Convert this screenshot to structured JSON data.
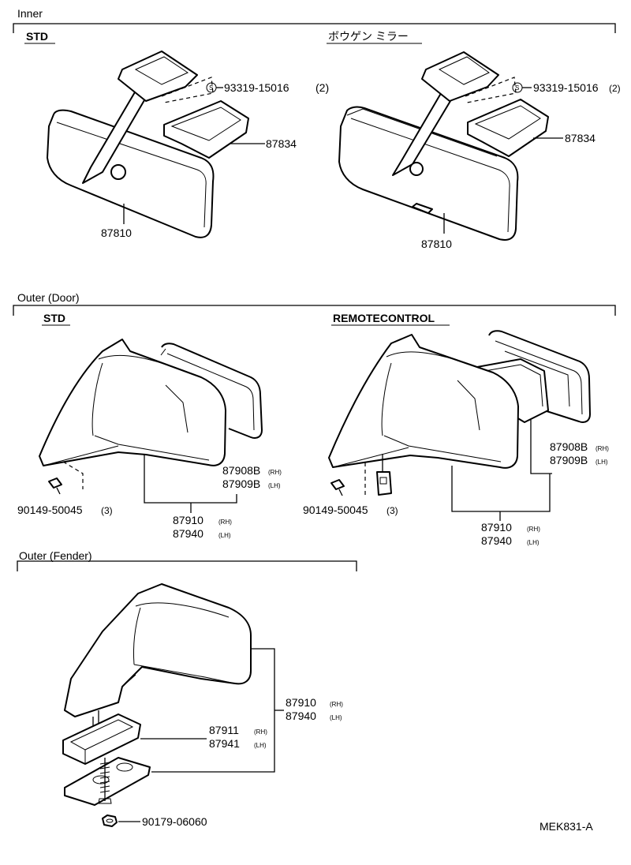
{
  "sections": {
    "inner": {
      "title": "Inner",
      "std": {
        "title": "STD",
        "screw_part": "93319-15016",
        "screw_qty": "(2)",
        "screw_mark": "S",
        "cover_part": "87834",
        "mirror_part": "87810"
      },
      "antiglare": {
        "title": "ボウゲン ミラー",
        "screw_part": "93319-15016",
        "screw_qty": "(2)",
        "screw_mark": "S",
        "cover_part": "87834",
        "mirror_part": "87810"
      }
    },
    "outer_door": {
      "title": "Outer (Door)",
      "std": {
        "title": "STD",
        "glass_rh": "87908B",
        "glass_rh_side": "(RH)",
        "glass_lh": "87909B",
        "glass_lh_side": "(LH)",
        "screw_part": "90149-50045",
        "screw_qty": "(3)",
        "mirror_rh": "87910",
        "mirror_rh_side": "(RH)",
        "mirror_lh": "87940",
        "mirror_lh_side": "(LH)"
      },
      "remote": {
        "title": "REMOTECONTROL",
        "glass_rh": "87908B",
        "glass_rh_side": "(RH)",
        "glass_lh": "87909B",
        "glass_lh_side": "(LH)",
        "screw_part": "90149-50045",
        "screw_qty": "(3)",
        "mirror_rh": "87910",
        "mirror_rh_side": "(RH)",
        "mirror_lh": "87940",
        "mirror_lh_side": "(LH)"
      }
    },
    "outer_fender": {
      "title": "Outer (Fender)",
      "mirror_rh": "87910",
      "mirror_rh_side": "(RH)",
      "mirror_lh": "87940",
      "mirror_lh_side": "(LH)",
      "base_rh": "87911",
      "base_rh_side": "(RH)",
      "base_lh": "87941",
      "base_lh_side": "(LH)",
      "nut_part": "90179-06060"
    }
  },
  "footer": {
    "code": "MEK831-A"
  }
}
